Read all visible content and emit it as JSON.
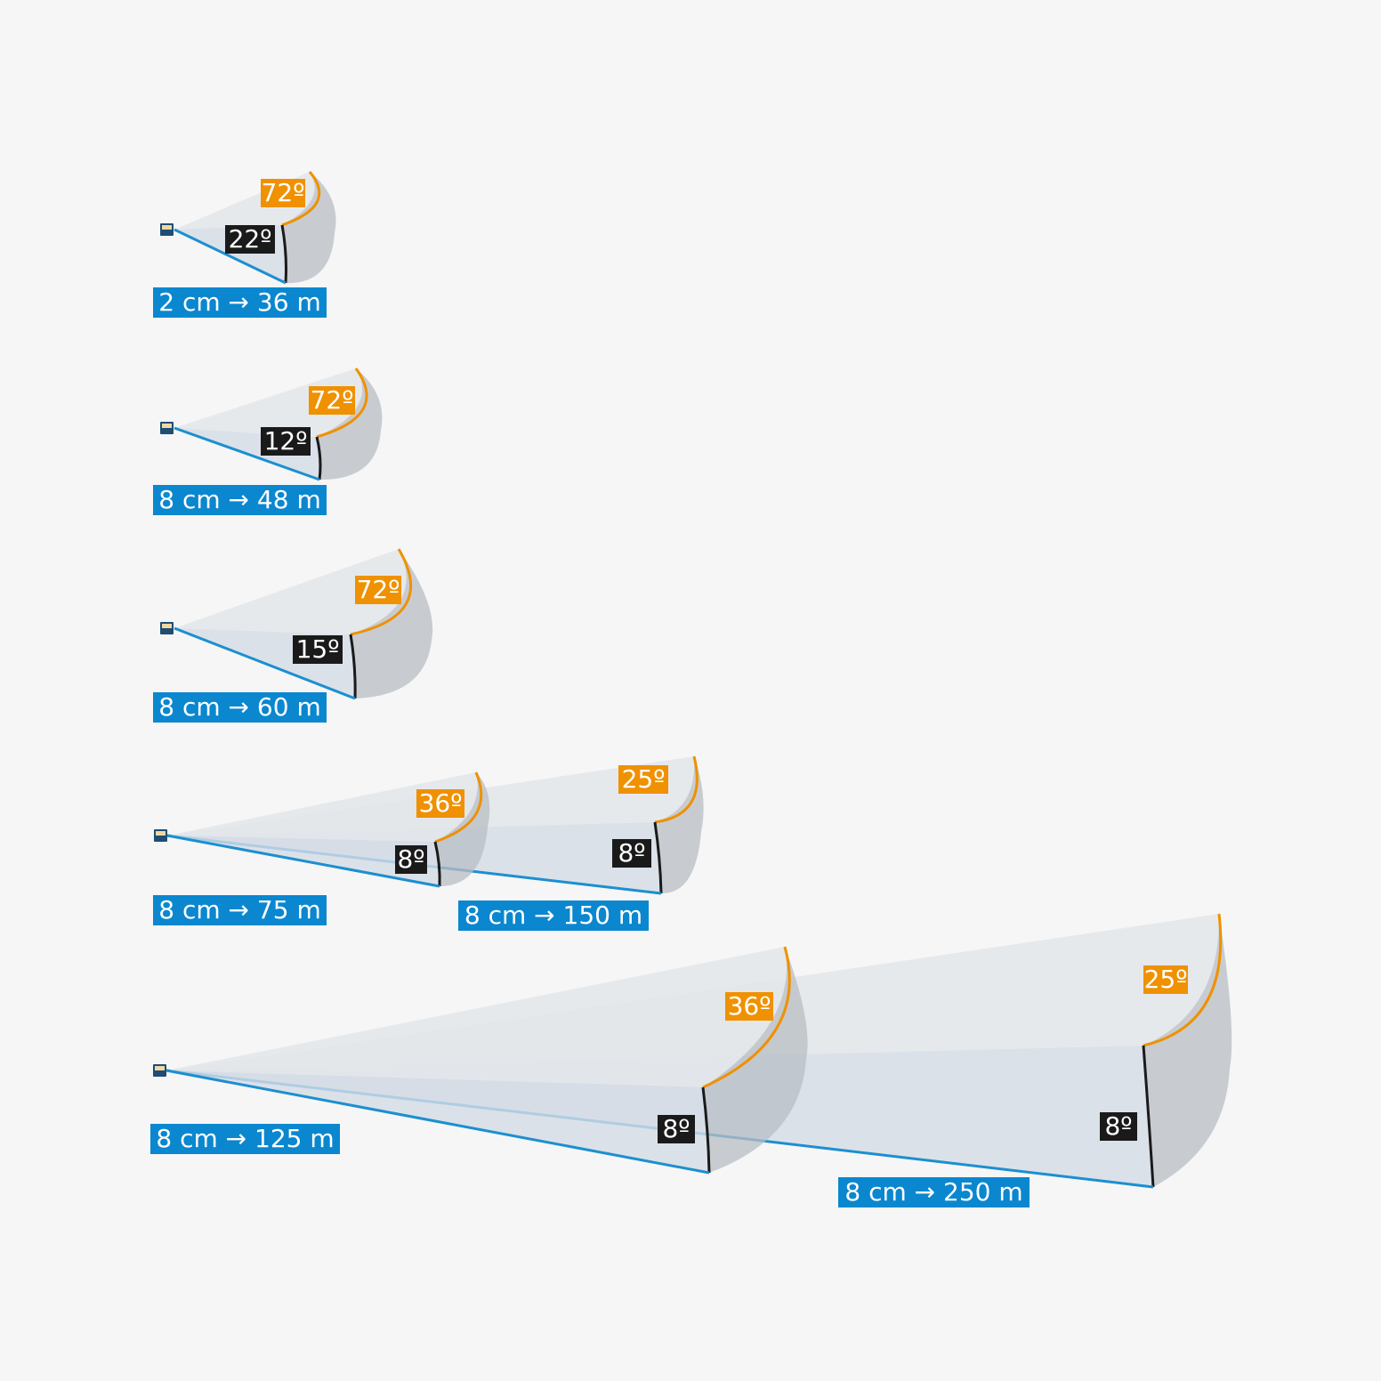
{
  "colors": {
    "background": "#f6f6f6",
    "beam_line": "#1c8fd0",
    "range_label_bg": "#0a87cf",
    "range_label_text": "#ffffff",
    "horizontal_angle_bg": "#ef9100",
    "horizontal_angle_line": "#ef9100",
    "vertical_angle_bg": "#1a1a1a",
    "vertical_edge_line": "#1a1a1a",
    "fov_top": "#e3e6ea",
    "fov_side": "#b8bdc4",
    "fov_bottom": "#d4dce6",
    "sensor_body": "#1f4d74",
    "sensor_window": "#f1d8a2"
  },
  "icons": {
    "sensor": "lidar-sensor-icon"
  },
  "rows": [
    {
      "sensors": [
        {
          "horizontal_fov": "72º",
          "vertical_fov": "22º",
          "range_label": "2 cm → 36 m"
        }
      ]
    },
    {
      "sensors": [
        {
          "horizontal_fov": "72º",
          "vertical_fov": "12º",
          "range_label": "8 cm → 48 m"
        }
      ]
    },
    {
      "sensors": [
        {
          "horizontal_fov": "72º",
          "vertical_fov": "15º",
          "range_label": "8 cm → 60 m"
        }
      ]
    },
    {
      "sensors": [
        {
          "horizontal_fov": "36º",
          "vertical_fov": "8º",
          "range_label": "8 cm → 75 m"
        },
        {
          "horizontal_fov": "25º",
          "vertical_fov": "8º",
          "range_label": "8 cm → 150 m"
        }
      ]
    },
    {
      "sensors": [
        {
          "horizontal_fov": "36º",
          "vertical_fov": "8º",
          "range_label": "8 cm → 125 m"
        },
        {
          "horizontal_fov": "25º",
          "vertical_fov": "8º",
          "range_label": "8 cm → 250 m"
        }
      ]
    }
  ]
}
